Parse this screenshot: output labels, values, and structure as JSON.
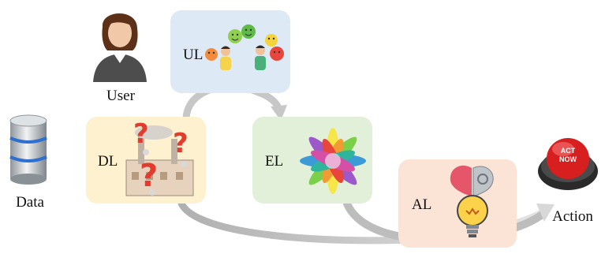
{
  "diagram": {
    "nodes": {
      "user": {
        "caption": "User"
      },
      "data": {
        "caption": "Data"
      },
      "action": {
        "caption": "Action",
        "button_text_line1": "ACT",
        "button_text_line2": "NOW"
      },
      "ul": {
        "label": "UL",
        "fill": "#dde9f5"
      },
      "dl": {
        "label": "DL",
        "fill": "#fdf1cf"
      },
      "el": {
        "label": "EL",
        "fill": "#e2f0da"
      },
      "al": {
        "label": "AL",
        "fill": "#fbe3d6"
      }
    },
    "arrow_color": "#c9c9c9"
  }
}
